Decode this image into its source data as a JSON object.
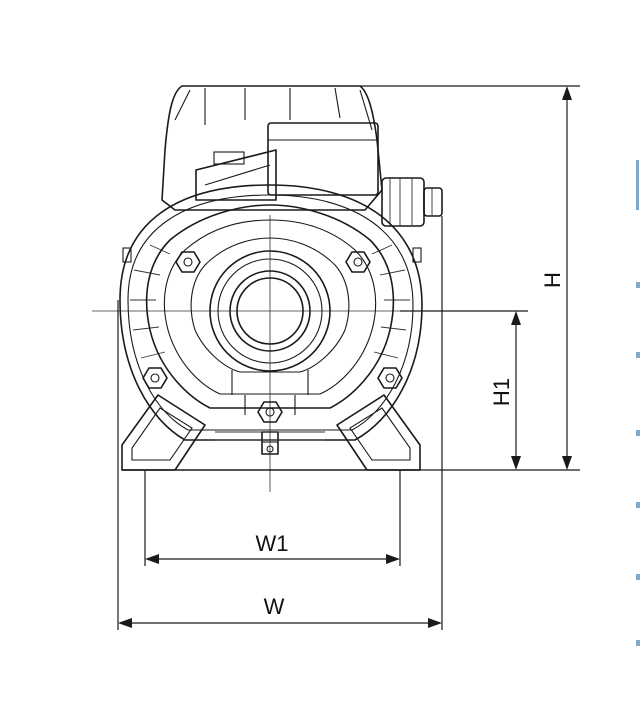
{
  "labels": {
    "height": "H",
    "axis_height": "H1",
    "width": "W",
    "foot_width": "W1"
  },
  "colors": {
    "line": "#1a1a1a",
    "edge_accent": "#7fa8c9"
  }
}
